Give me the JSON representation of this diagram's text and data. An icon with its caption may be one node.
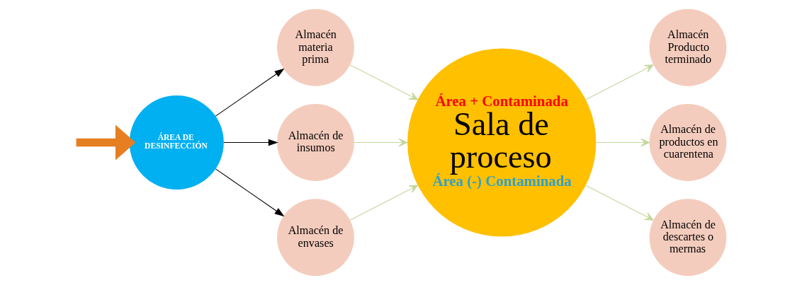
{
  "diagram": {
    "nodes": [
      {
        "text": [
          "ÁREA DE DESINFECCIÓN"
        ]
      },
      {
        "text": [
          "Almacén materia prima"
        ]
      },
      {
        "text": [
          "Almacén de insumos"
        ]
      },
      {
        "text": [
          "Almacén de envases"
        ]
      },
      {
        "text": [
          "Área + Contaminada",
          "Sala de proceso",
          "Área (-) Contaminada"
        ]
      },
      {
        "text": [
          "Almacén Producto terminado"
        ]
      },
      {
        "text": [
          "Almacén de productos en cuarentena"
        ]
      },
      {
        "text": [
          "Almacén de descartes o mermas"
        ]
      }
    ],
    "edges": [
      {
        "from": null,
        "to": 0,
        "arrow": "to",
        "style": "thick",
        "color": "#e67e22"
      },
      {
        "from": 0,
        "to": 1,
        "arrow": "to",
        "color": "#000000"
      },
      {
        "from": 0,
        "to": 2,
        "arrow": "to",
        "color": "#000000"
      },
      {
        "from": 0,
        "to": 3,
        "arrow": "to",
        "color": "#000000"
      },
      {
        "from": 1,
        "to": 4,
        "arrow": "to"
      },
      {
        "from": 2,
        "to": 4,
        "arrow": "to"
      },
      {
        "from": 3,
        "to": 4,
        "arrow": "to"
      },
      {
        "from": 4,
        "to": 5,
        "arrow": "to"
      },
      {
        "from": 4,
        "to": 6,
        "arrow": "to"
      },
      {
        "from": 4,
        "to": 7,
        "arrow": "to"
      }
    ]
  }
}
